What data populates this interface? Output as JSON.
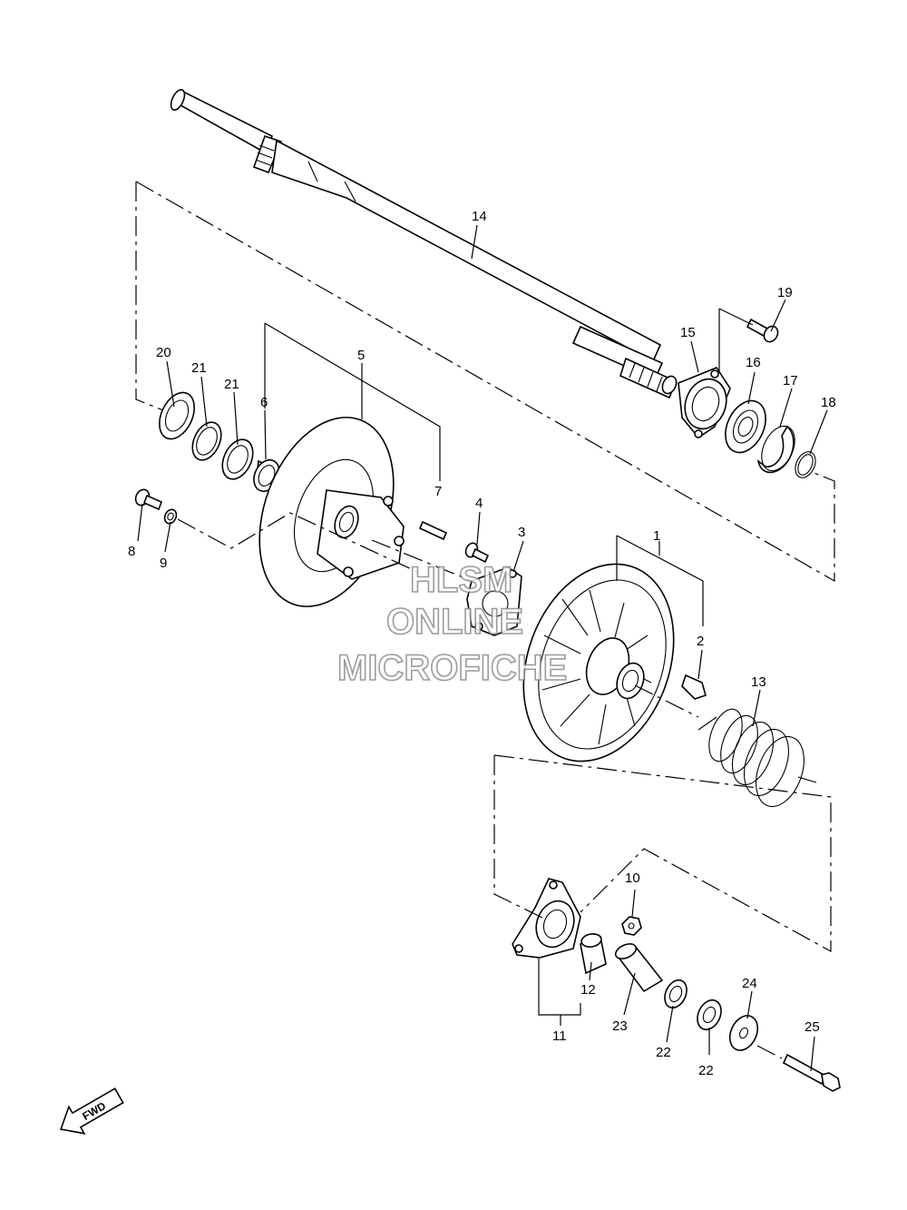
{
  "watermark": {
    "line1": "HLSM",
    "line2": "ONLINE",
    "line3": "MICROFICHE"
  },
  "fwd_label": "FWD",
  "callouts": [
    {
      "id": "c1",
      "text": "1"
    },
    {
      "id": "c2",
      "text": "2"
    },
    {
      "id": "c3",
      "text": "3"
    },
    {
      "id": "c4",
      "text": "4"
    },
    {
      "id": "c5",
      "text": "5"
    },
    {
      "id": "c6",
      "text": "6"
    },
    {
      "id": "c7",
      "text": "7"
    },
    {
      "id": "c8",
      "text": "8"
    },
    {
      "id": "c9",
      "text": "9"
    },
    {
      "id": "c10",
      "text": "10"
    },
    {
      "id": "c11",
      "text": "11"
    },
    {
      "id": "c12",
      "text": "12"
    },
    {
      "id": "c13",
      "text": "13"
    },
    {
      "id": "c14",
      "text": "14"
    },
    {
      "id": "c15",
      "text": "15"
    },
    {
      "id": "c16",
      "text": "16"
    },
    {
      "id": "c17",
      "text": "17"
    },
    {
      "id": "c18",
      "text": "18"
    },
    {
      "id": "c19",
      "text": "19"
    },
    {
      "id": "c20",
      "text": "20"
    },
    {
      "id": "c21a",
      "text": "21"
    },
    {
      "id": "c21b",
      "text": "21"
    },
    {
      "id": "c22a",
      "text": "22"
    },
    {
      "id": "c22b",
      "text": "22"
    },
    {
      "id": "c23",
      "text": "23"
    },
    {
      "id": "c24",
      "text": "24"
    },
    {
      "id": "c25",
      "text": "25"
    }
  ]
}
